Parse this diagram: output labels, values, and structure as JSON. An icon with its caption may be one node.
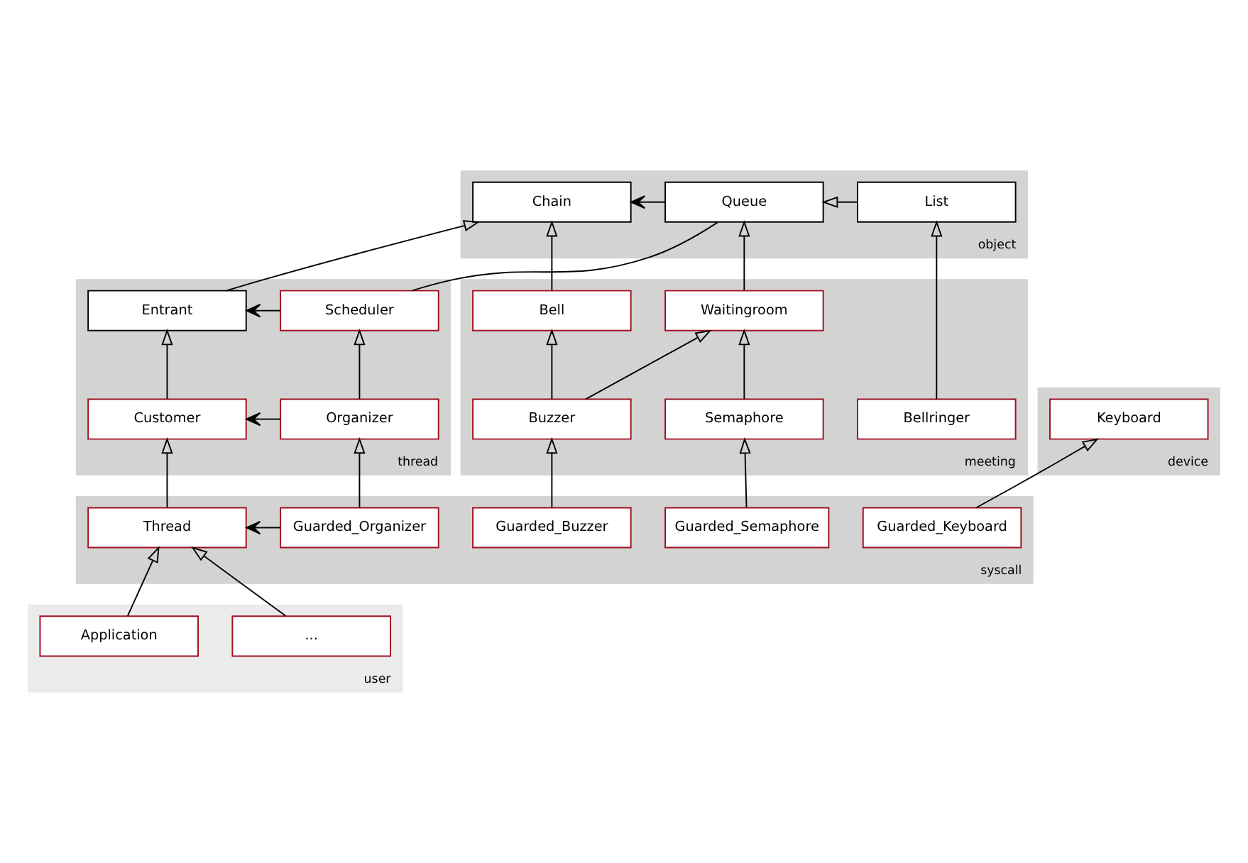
{
  "diagram": {
    "nodes": [
      {
        "text": [
          "object"
        ]
      },
      {
        "text": [
          "Queue"
        ],
        "in": 0
      },
      {
        "text": [
          "Chain"
        ],
        "in": 0
      },
      {
        "text": [
          "List"
        ],
        "in": 0
      },
      {
        "text": [
          "thread"
        ]
      },
      {
        "text": [
          "Scheduler"
        ],
        "in": 4
      },
      {
        "text": [
          "Entrant"
        ],
        "in": 4
      },
      {
        "text": [
          "Organizer"
        ],
        "in": 4
      },
      {
        "text": [
          "Customer"
        ],
        "in": 4
      },
      {
        "text": [
          "meeting"
        ]
      },
      {
        "text": [
          "Waitingroom"
        ],
        "in": 9
      },
      {
        "text": [
          "Bell"
        ],
        "in": 9
      },
      {
        "text": [
          "Semaphore"
        ],
        "in": 9
      },
      {
        "text": [
          "Buzzer"
        ],
        "in": 9
      },
      {
        "text": [
          "Bellringer"
        ],
        "in": 9
      },
      {
        "text": [
          "device"
        ]
      },
      {
        "text": [
          "Keyboard"
        ],
        "in": 15
      },
      {
        "text": [
          "syscall"
        ]
      },
      {
        "text": [
          "Guarded_Organizer"
        ],
        "in": 17
      },
      {
        "text": [
          "Thread"
        ],
        "in": 17
      },
      {
        "text": [
          "Guarded_Semaphore"
        ],
        "in": 17
      },
      {
        "text": [
          "Guarded_Buzzer"
        ],
        "in": 17
      },
      {
        "text": [
          "Guarded_Keyboard"
        ],
        "in": 17
      },
      {
        "text": [
          "user"
        ]
      },
      {
        "text": [
          "..."
        ],
        "in": 23
      },
      {
        "text": [
          "Application"
        ],
        "in": 23
      }
    ],
    "edges": [
      {
        "from": 1,
        "to": 2,
        "arrow": "to"
      },
      {
        "from": 5,
        "to": 6,
        "arrow": "to"
      },
      {
        "from": 7,
        "to": 8,
        "arrow": "to"
      },
      {
        "from": 18,
        "to": 19,
        "arrow": "to"
      },
      {
        "from": 5,
        "to": 1,
        "arrow": "none"
      },
      {
        "from": 6,
        "to": 2,
        "arrow": "to"
      },
      {
        "from": 3,
        "to": 1,
        "arrow": "to"
      },
      {
        "from": 10,
        "to": 1,
        "arrow": "to"
      },
      {
        "from": 11,
        "to": 2,
        "arrow": "to"
      },
      {
        "from": 14,
        "to": 3,
        "arrow": "to"
      },
      {
        "from": 7,
        "to": 5,
        "arrow": "to"
      },
      {
        "from": 8,
        "to": 6,
        "arrow": "to"
      },
      {
        "from": 12,
        "to": 10,
        "arrow": "to"
      },
      {
        "from": 13,
        "to": 10,
        "arrow": "to"
      },
      {
        "from": 13,
        "to": 11,
        "arrow": "to"
      },
      {
        "from": 18,
        "to": 7,
        "arrow": "to"
      },
      {
        "from": 19,
        "to": 8,
        "arrow": "to"
      },
      {
        "from": 20,
        "to": 12,
        "arrow": "to"
      },
      {
        "from": 21,
        "to": 13,
        "arrow": "to"
      },
      {
        "from": 22,
        "to": 16,
        "arrow": "to"
      },
      {
        "from": 24,
        "to": 19,
        "arrow": "to"
      },
      {
        "from": 25,
        "to": 19,
        "arrow": "to"
      }
    ]
  }
}
